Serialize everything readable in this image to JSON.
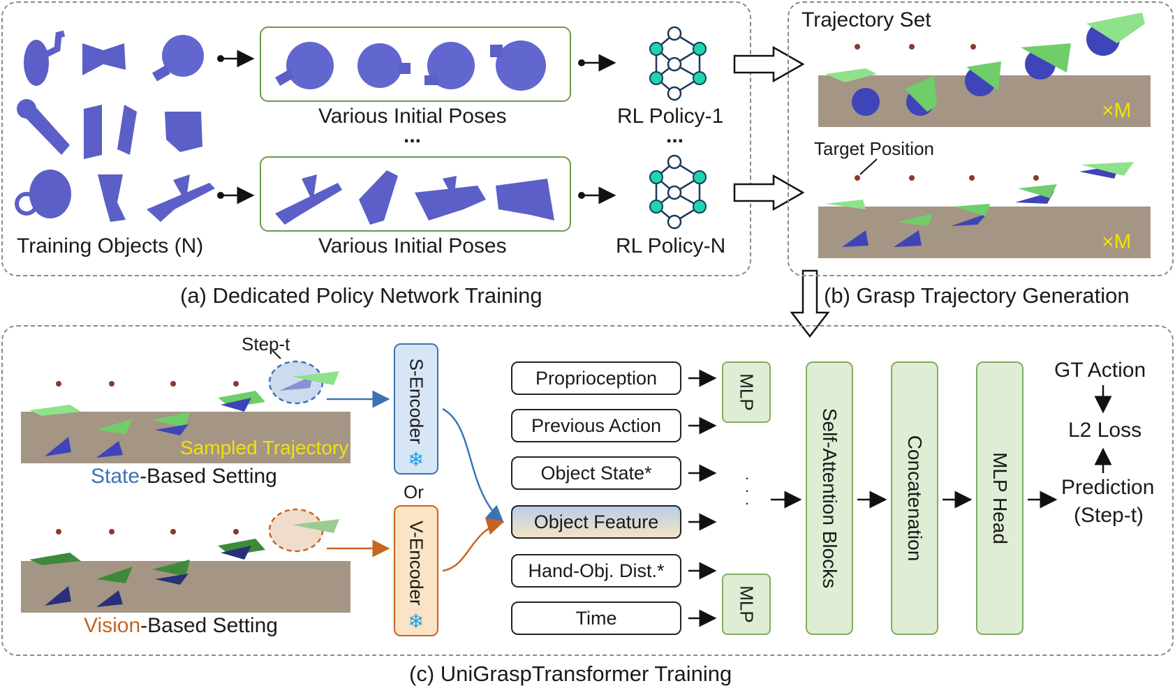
{
  "panel_a": {
    "training_objects_label": "Training Objects (N)",
    "poses_label_1": "Various Initial Poses",
    "poses_label_2": "Various Initial Poses",
    "ellipsis": "...",
    "policy_1": "RL Policy-1",
    "policy_n": "RL Policy-N",
    "caption": "(a) Dedicated Policy Network Training"
  },
  "panel_b": {
    "title": "Trajectory Set",
    "multiplier_1": "×M",
    "multiplier_2": "×M",
    "target_label": "Target Position",
    "caption": "(b) Grasp Trajectory Generation"
  },
  "panel_c": {
    "step_label": "Step-t",
    "sampled_label": "Sampled Trajectory",
    "state_word": "State",
    "state_suffix": "-Based Setting",
    "vision_word": "Vision",
    "vision_suffix": "-Based Setting",
    "s_encoder": "S-Encoder",
    "v_encoder": "V-Encoder",
    "or": "Or",
    "inputs": [
      "Proprioception",
      "Previous Action",
      "Object State*",
      "Object Feature",
      "Hand-Obj. Dist.*",
      "Time"
    ],
    "mlp_1": "MLP",
    "mlp_2": "MLP",
    "dots": "· · ·",
    "self_attention": "Self-Attention Blocks",
    "concatenation": "Concatenation",
    "mlp_head": "MLP Head",
    "gt_action": "GT Action",
    "l2_loss": "L2 Loss",
    "prediction": "Prediction",
    "prediction_step": "(Step-t)",
    "caption": "(c) UniGraspTransformer Training"
  },
  "colors": {
    "object": "#5b5fc7",
    "hand": "#8ee28a",
    "network_node": "#1fd4b0",
    "state_blue": "#3b73b5",
    "vision_orange": "#c6651f",
    "floor": "#a49585",
    "panel_green": "#6a9a4a"
  }
}
